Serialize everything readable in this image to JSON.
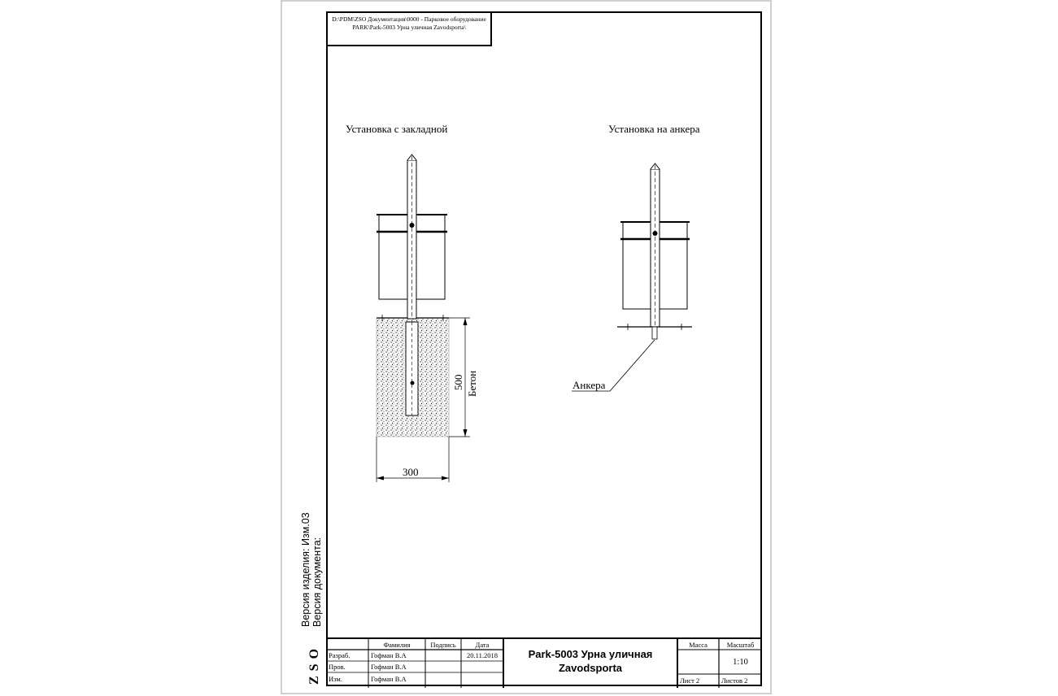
{
  "path_text": "D:\\PDM\\ZSO Документация\\0000 - Парковое оборудование PARK\\Park-5003 Урна уличная Zavodsporta\\",
  "views": {
    "left_title": "Установка с закладной",
    "right_title": "Установка на анкера"
  },
  "annotations": {
    "dim_depth": "500",
    "dim_width": "300",
    "concrete": "Бетон",
    "anchors": "Анкера"
  },
  "side_notes": {
    "version_product": "Версия изделия: Изм.03",
    "version_document": "Версия документа:",
    "logo": "ZSO"
  },
  "title_block": {
    "col_surname": "Фамилия",
    "col_signature": "Подпись",
    "col_date": "Дата",
    "rows": [
      {
        "role": "Разраб.",
        "name": "Гофман В.А",
        "signature": "",
        "date": "20.11.2018"
      },
      {
        "role": "Пров.",
        "name": "Гофман В.А",
        "signature": "",
        "date": ""
      },
      {
        "role": "Изм.",
        "name": "Гофман В.А",
        "signature": "",
        "date": ""
      }
    ],
    "product_name": "Park-5003 Урна уличная",
    "product_brand": "Zavodsporta",
    "mass_label": "Масса",
    "mass_value": "",
    "scale_label": "Масштаб",
    "scale_value": "1:10",
    "sheet_label": "Лист 2",
    "sheets_label": "Листов 2"
  }
}
